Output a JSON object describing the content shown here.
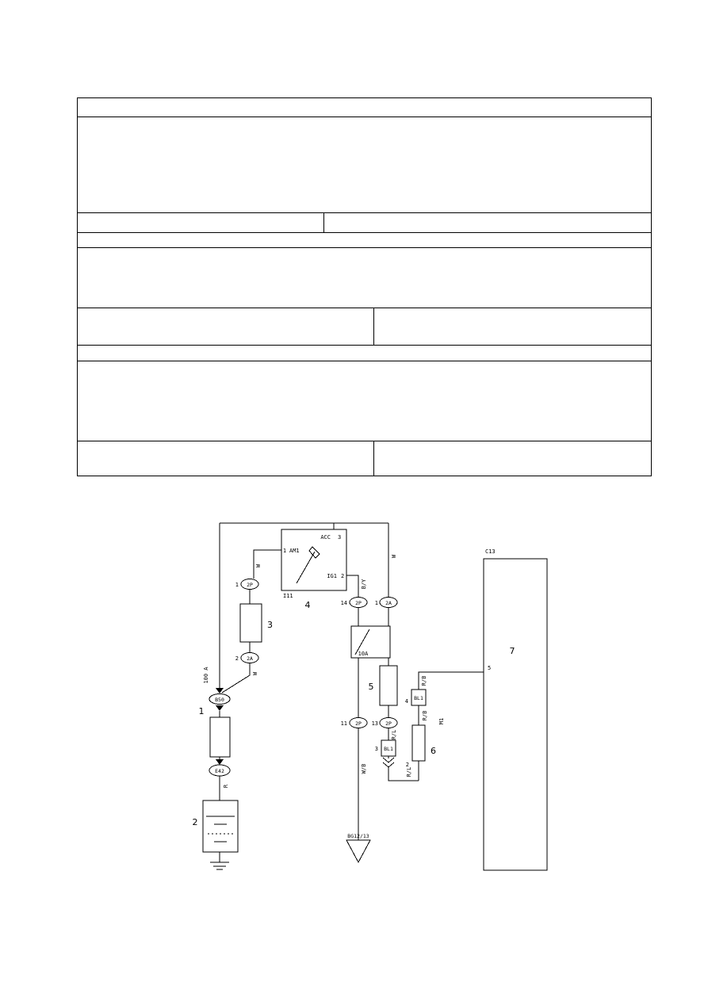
{
  "diagram": {
    "sw": {
      "pin_am1": "1",
      "am1": "AM1",
      "acc": "ACC",
      "pin_acc": "3",
      "ig1": "IG1",
      "pin_ig1": "2",
      "conn": "I11",
      "no": "4"
    },
    "wires": {
      "w_am1": "W",
      "w_fuse": "W",
      "w_acc": "W",
      "by": "B/Y",
      "r": "R",
      "wb": "W/B",
      "rb_upper": "R/B",
      "rb_lower": "R/B",
      "rl_upper": "R/L",
      "rl_lower": "R/L",
      "rating_100a": "100 A"
    },
    "conns": {
      "p2a": {
        "label": "2P",
        "pin": "1"
      },
      "a2a": {
        "label": "2A",
        "pin": "2"
      },
      "b50": "B50",
      "e42": "E42",
      "p2b": {
        "label": "2P",
        "pin": "14"
      },
      "a2b": {
        "label": "2A",
        "pin": "1"
      },
      "p2c": {
        "label": "2P",
        "pin": "11"
      },
      "p2d": {
        "label": "2P",
        "pin": "13"
      },
      "bl1a": {
        "label": "BL1",
        "pin": "4"
      },
      "bl1b": {
        "label": "BL1",
        "pin": "3"
      },
      "m1": "M1",
      "c13": "C13"
    },
    "comps": {
      "fusible_link": "1",
      "battery": "2",
      "fuse3": "3",
      "ignition_switch": "4",
      "fuse5": "5",
      "noise_filter": "6",
      "ecu": "7"
    },
    "fuse10a": "10A",
    "ground": "BG12/13",
    "ecu_pin": "5",
    "nf_pin": "2"
  }
}
